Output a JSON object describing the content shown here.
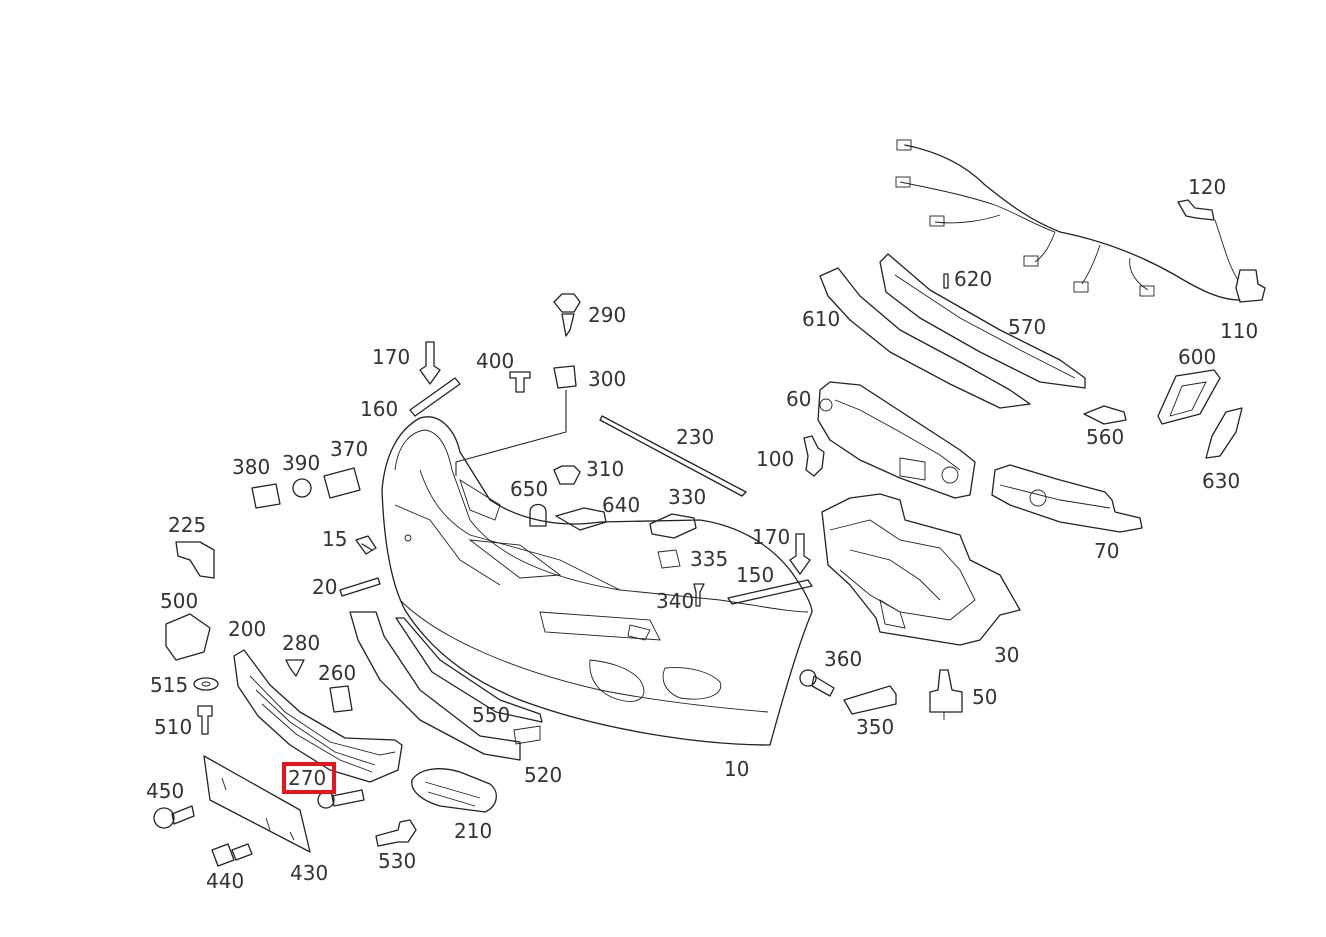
{
  "highlight": {
    "part": "270",
    "color": "#e8141c"
  },
  "callouts": [
    {
      "id": "10",
      "label": "10"
    },
    {
      "id": "15",
      "label": "15"
    },
    {
      "id": "20",
      "label": "20"
    },
    {
      "id": "30",
      "label": "30"
    },
    {
      "id": "50",
      "label": "50"
    },
    {
      "id": "60",
      "label": "60"
    },
    {
      "id": "70",
      "label": "70"
    },
    {
      "id": "100",
      "label": "100"
    },
    {
      "id": "110",
      "label": "110"
    },
    {
      "id": "120",
      "label": "120"
    },
    {
      "id": "150",
      "label": "150"
    },
    {
      "id": "160",
      "label": "160"
    },
    {
      "id": "170a",
      "label": "170"
    },
    {
      "id": "170b",
      "label": "170"
    },
    {
      "id": "200",
      "label": "200"
    },
    {
      "id": "210",
      "label": "210"
    },
    {
      "id": "225",
      "label": "225"
    },
    {
      "id": "230",
      "label": "230"
    },
    {
      "id": "260",
      "label": "260"
    },
    {
      "id": "270",
      "label": "270"
    },
    {
      "id": "280",
      "label": "280"
    },
    {
      "id": "290",
      "label": "290"
    },
    {
      "id": "300",
      "label": "300"
    },
    {
      "id": "310",
      "label": "310"
    },
    {
      "id": "330",
      "label": "330"
    },
    {
      "id": "335",
      "label": "335"
    },
    {
      "id": "340",
      "label": "340"
    },
    {
      "id": "350",
      "label": "350"
    },
    {
      "id": "360",
      "label": "360"
    },
    {
      "id": "370",
      "label": "370"
    },
    {
      "id": "380",
      "label": "380"
    },
    {
      "id": "390",
      "label": "390"
    },
    {
      "id": "400",
      "label": "400"
    },
    {
      "id": "430",
      "label": "430"
    },
    {
      "id": "440",
      "label": "440"
    },
    {
      "id": "450",
      "label": "450"
    },
    {
      "id": "500",
      "label": "500"
    },
    {
      "id": "510",
      "label": "510"
    },
    {
      "id": "515",
      "label": "515"
    },
    {
      "id": "520",
      "label": "520"
    },
    {
      "id": "530",
      "label": "530"
    },
    {
      "id": "550",
      "label": "550"
    },
    {
      "id": "560",
      "label": "560"
    },
    {
      "id": "570",
      "label": "570"
    },
    {
      "id": "600",
      "label": "600"
    },
    {
      "id": "610",
      "label": "610"
    },
    {
      "id": "620",
      "label": "620"
    },
    {
      "id": "630",
      "label": "630"
    },
    {
      "id": "640",
      "label": "640"
    },
    {
      "id": "650",
      "label": "650"
    }
  ]
}
